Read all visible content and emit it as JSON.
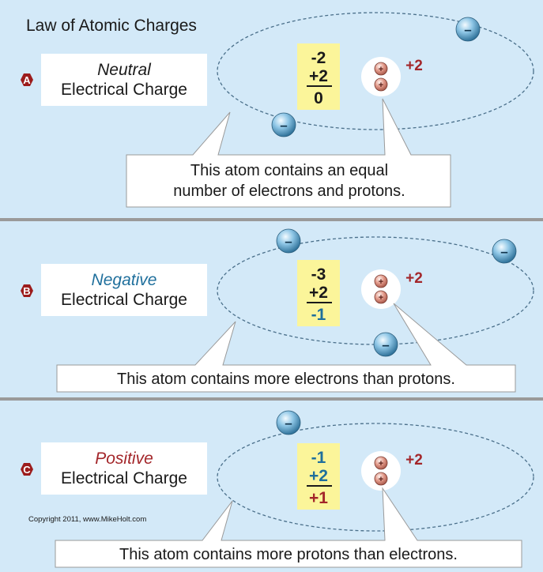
{
  "title": "Law of Atomic Charges",
  "copyright": "Copyright 2011, www.MikeHolt.com",
  "colors": {
    "background": "#d3e9f8",
    "badge": "#9c1c1c",
    "calc_box": "#fbf59a",
    "neutral_word": "#1a1a1a",
    "negative_word": "#1f6f9c",
    "positive_word": "#a3262a",
    "proton_charge": "#a3262a",
    "divider": "#9a9a9a"
  },
  "panels": [
    {
      "badge": "A",
      "charge_word": "Neutral",
      "charge_label": "Electrical Charge",
      "electron_count": "-2",
      "proton_count": "+2",
      "net_charge": "0",
      "nucleus_charge": "+2",
      "callout": [
        "This atom contains an equal",
        "number of electrons and protons."
      ]
    },
    {
      "badge": "B",
      "charge_word": "Negative",
      "charge_label": "Electrical Charge",
      "electron_count": "-3",
      "proton_count": "+2",
      "net_charge": "-1",
      "nucleus_charge": "+2",
      "callout": [
        "This atom contains more electrons than protons."
      ]
    },
    {
      "badge": "C",
      "charge_word": "Positive",
      "charge_label": "Electrical Charge",
      "electron_count": "-1",
      "proton_count": "+2",
      "net_charge": "+1",
      "nucleus_charge": "+2",
      "callout": [
        "This atom contains more protons than electrons."
      ]
    }
  ],
  "glyphs": {
    "electron": "–",
    "proton": "+"
  }
}
